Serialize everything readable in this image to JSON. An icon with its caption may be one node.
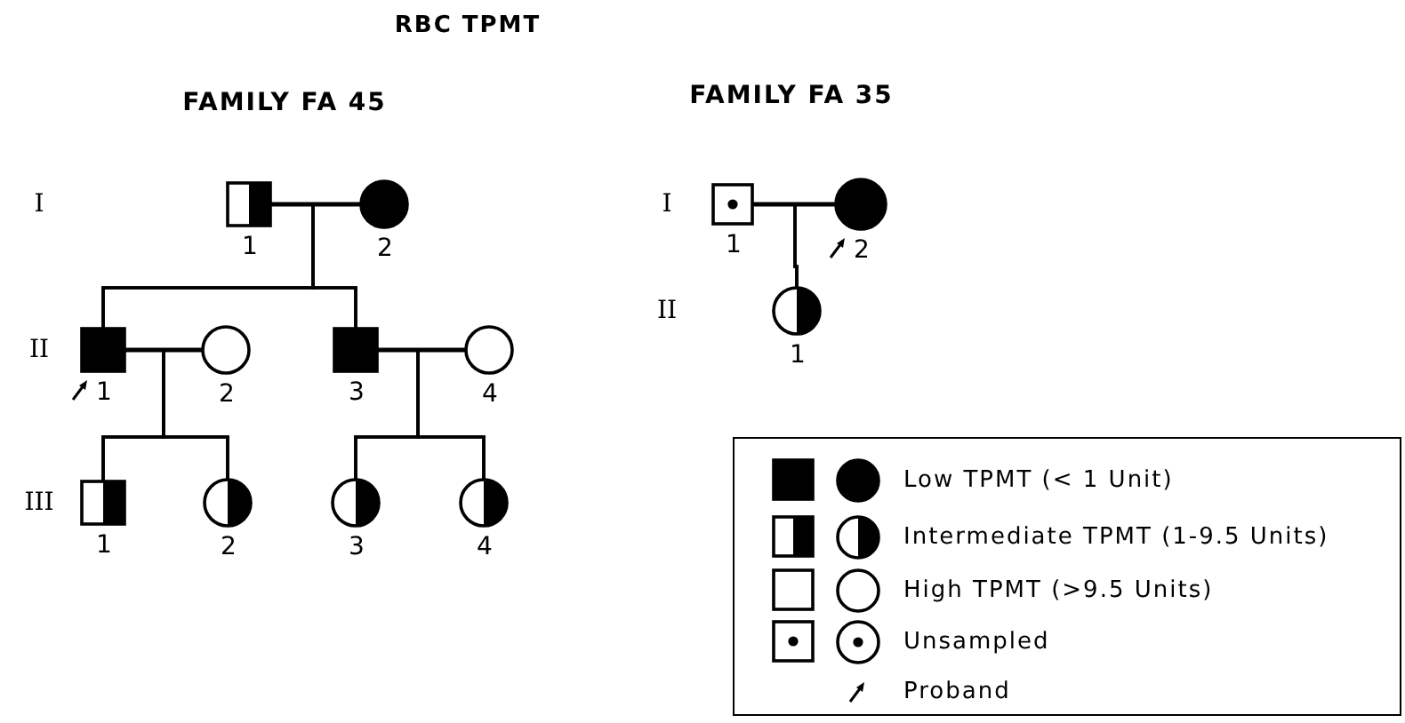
{
  "diagram": {
    "title": "RBC TPMT",
    "nodes": [
      {
        "text": [
          "1"
        ]
      },
      {
        "text": [
          "2"
        ]
      },
      {
        "text": [
          "1"
        ]
      },
      {
        "text": [
          "2"
        ]
      },
      {
        "text": [
          "3"
        ]
      },
      {
        "text": [
          "4"
        ]
      },
      {
        "text": [
          "1"
        ]
      },
      {
        "text": [
          "2"
        ]
      },
      {
        "text": [
          "3"
        ]
      },
      {
        "text": [
          "4"
        ]
      },
      {
        "text": [
          "1"
        ]
      },
      {
        "text": [
          "2"
        ]
      },
      {
        "text": [
          "1"
        ]
      }
    ],
    "edges": [
      {
        "from": 0,
        "to": 1,
        "arrow": "none"
      },
      {
        "from": 0,
        "to": 2,
        "arrow": "none"
      },
      {
        "from": 1,
        "to": 2,
        "arrow": "none"
      },
      {
        "from": 0,
        "to": 4,
        "arrow": "none"
      },
      {
        "from": 1,
        "to": 4,
        "arrow": "none"
      },
      {
        "from": 2,
        "to": 3,
        "arrow": "none"
      },
      {
        "from": 2,
        "to": 6,
        "arrow": "none"
      },
      {
        "from": 3,
        "to": 6,
        "arrow": "none"
      },
      {
        "from": 2,
        "to": 7,
        "arrow": "none"
      },
      {
        "from": 3,
        "to": 7,
        "arrow": "none"
      },
      {
        "from": 4,
        "to": 5,
        "arrow": "none"
      },
      {
        "from": 4,
        "to": 8,
        "arrow": "none"
      },
      {
        "from": 5,
        "to": 8,
        "arrow": "none"
      },
      {
        "from": 4,
        "to": 9,
        "arrow": "none"
      },
      {
        "from": 5,
        "to": 9,
        "arrow": "none"
      },
      {
        "from": 10,
        "to": 11,
        "arrow": "none"
      },
      {
        "from": 10,
        "to": 12,
        "arrow": "none"
      },
      {
        "from": 11,
        "to": 12,
        "arrow": "none"
      }
    ],
    "labels": [
      "FAMILY FA 45",
      "FAMILY FA 35",
      "I",
      "I",
      "II",
      "II",
      "III"
    ],
    "legend": [
      {
        "text": "Low TPMT (< 1 Unit)"
      },
      {
        "text": "Intermediate TPMT (1-9.5 Units)"
      },
      {
        "text": "High TPMT (>9.5 Units)"
      },
      {
        "text": "Unsampled"
      },
      {
        "text": "Proband"
      }
    ]
  }
}
